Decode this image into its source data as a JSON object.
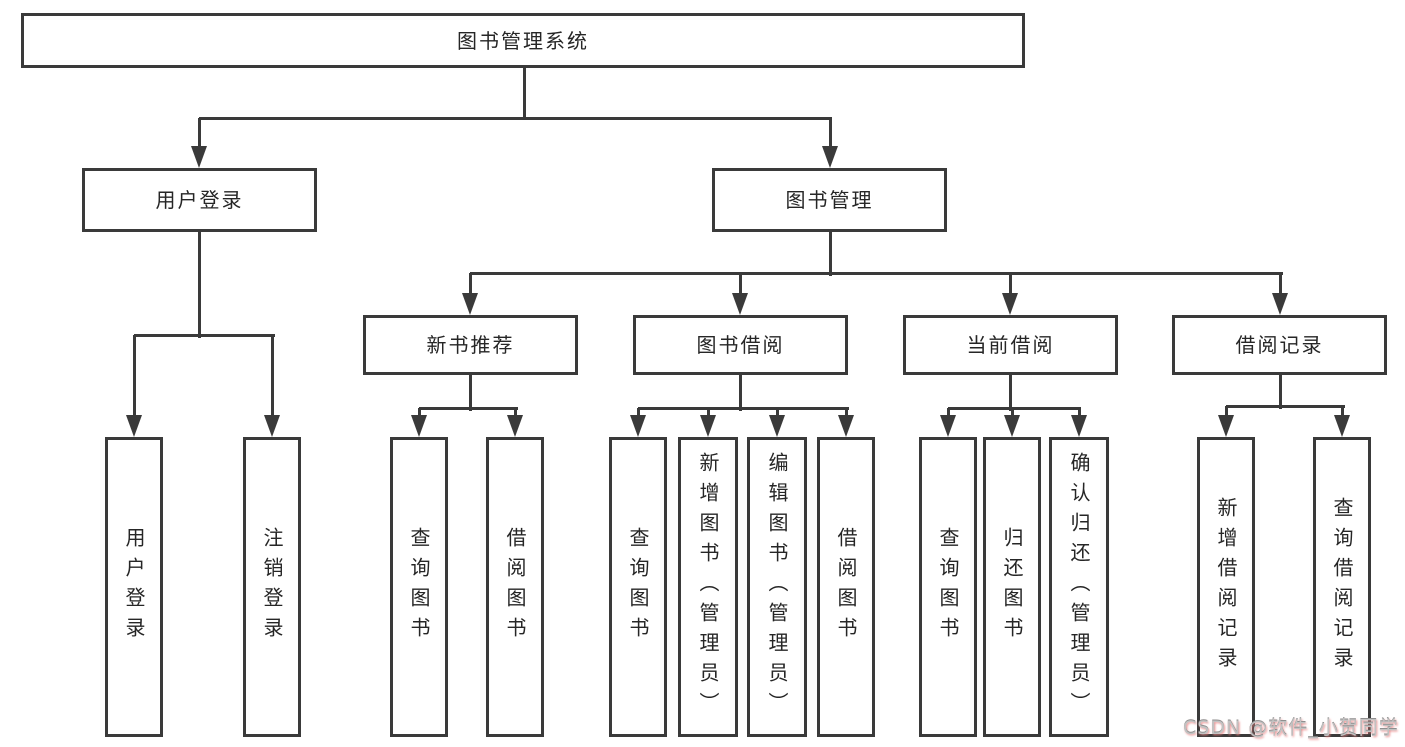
{
  "nodes": {
    "root": "图书管理系统",
    "l1": [
      "用户登录",
      "图书管理"
    ],
    "l2": [
      "新书推荐",
      "图书借阅",
      "当前借阅",
      "借阅记录"
    ],
    "leaves_login": [
      "用户登录",
      "注销登录"
    ],
    "leaves_newbook": [
      "查询图书",
      "借阅图书"
    ],
    "leaves_borrow": [
      "查询图书",
      "新增图书（管理员）",
      "编辑图书（管理员）",
      "借阅图书"
    ],
    "leaves_current": [
      "查询图书",
      "归还图书",
      "确认归还（管理员）"
    ],
    "leaves_records": [
      "新增借阅记录",
      "查询借阅记录"
    ]
  },
  "watermark": {
    "text": "CSDN @软件_小贺同学"
  },
  "colors": {
    "line": "#3a3a3a",
    "box_border": "#3a3a3a",
    "text": "#262626",
    "watermark_text": "#c2c2c2",
    "watermark_glow": "#e87f7f"
  }
}
